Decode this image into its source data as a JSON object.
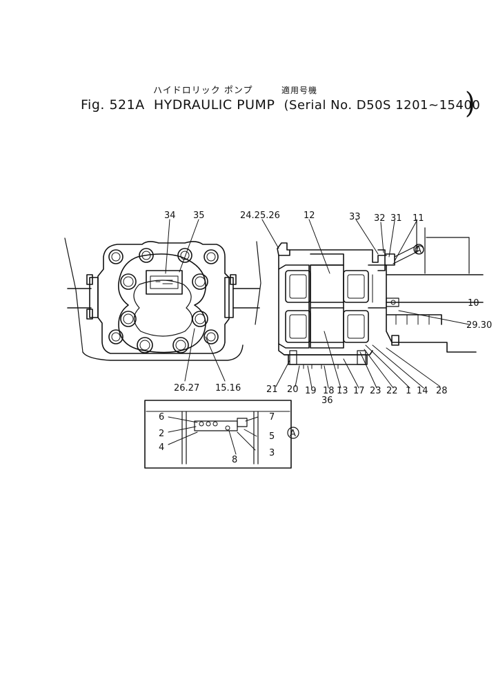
{
  "header": {
    "japanese_title": "ハイドロリック ポンプ",
    "japanese_applicable": "適用号機",
    "figure_label": "Fig. 521A",
    "title": "HYDRAULIC PUMP",
    "serial": "(Serial No. D50S 1201~15400",
    "closing_paren": ")"
  },
  "callouts": {
    "c34": "34",
    "c35": "35",
    "c24_25_26": "24.25.26",
    "c12": "12",
    "c33": "33",
    "c32": "32",
    "c31": "31",
    "c11": "11",
    "cA_top": "A",
    "c10": "10",
    "c29_30": "29.30",
    "c26_27": "26.27",
    "c15_16": "15.16",
    "c21": "21",
    "c20": "20",
    "c19": "19",
    "c18": "18",
    "c36": "36",
    "c13": "13",
    "c17": "17",
    "c23": "23",
    "c22": "22",
    "c1": "1",
    "c14": "14",
    "c28": "28",
    "c6": "6",
    "c7": "7",
    "c2": "2",
    "c5": "5",
    "c4": "4",
    "c3": "3",
    "c8": "8",
    "cA_detail": "A"
  }
}
